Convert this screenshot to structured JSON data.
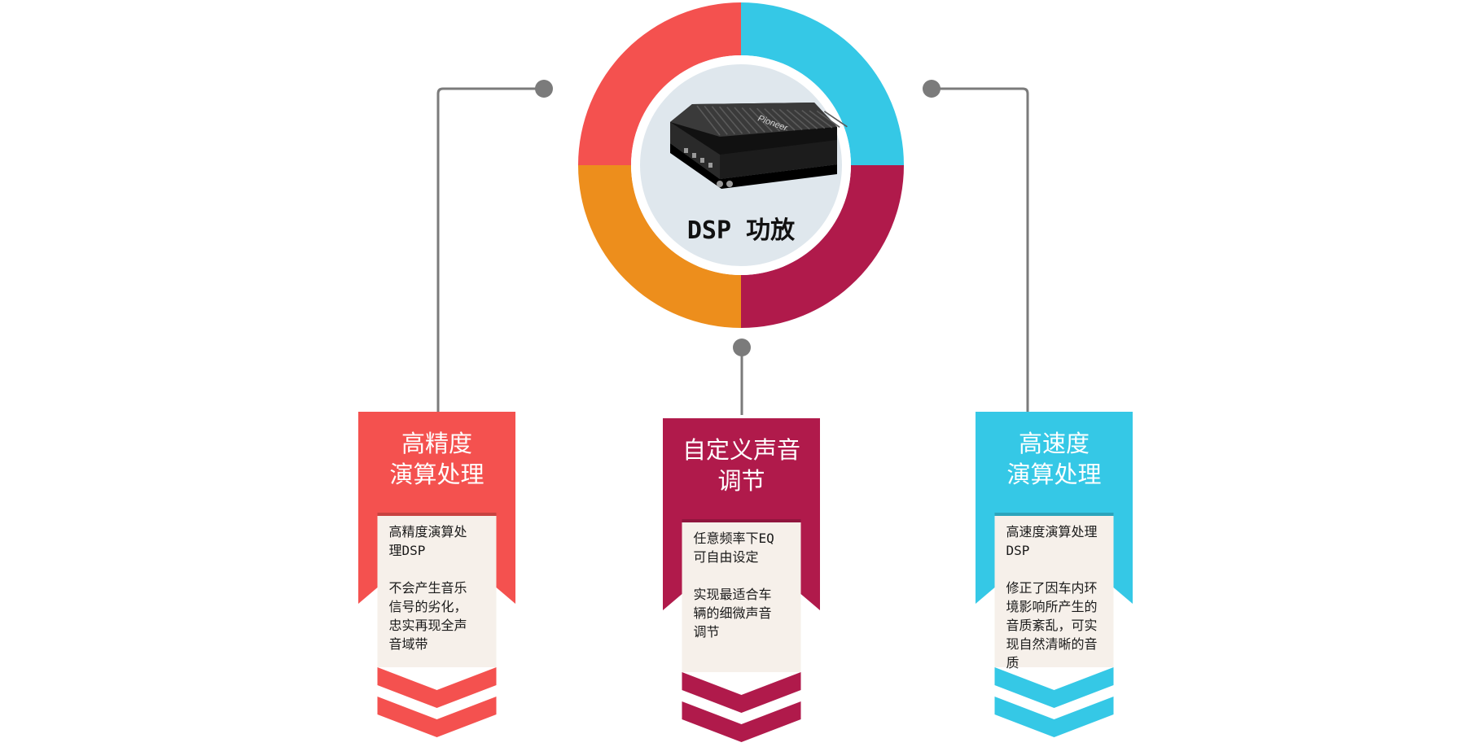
{
  "hub": {
    "label": "DSP 功放",
    "device_name": "DSP amplifier",
    "ring_colors": [
      "#f4514f",
      "#35c8e6",
      "#b01a4b",
      "#ed8e1c"
    ],
    "inner_color": "#dfe7ed"
  },
  "connector_color": "#7b7b7b",
  "cards": [
    {
      "color": "#f4514f",
      "title_lines": [
        "高精度",
        "演算处理"
      ],
      "desc": [
        "高精度演算处",
        "理DSP",
        "",
        "不会产生音乐",
        "信号的劣化，",
        "忠实再现全声",
        "音域带"
      ]
    },
    {
      "color": "#b01a4b",
      "title_lines": [
        "自定义声音",
        "调节"
      ],
      "desc": [
        "任意频率下EQ",
        "可自由设定",
        "",
        "实现最适合车",
        "辆的细微声音",
        "调节"
      ]
    },
    {
      "color": "#35c8e6",
      "title_lines": [
        "高速度",
        "演算处理"
      ],
      "desc": [
        "高速度演算处理",
        "DSP",
        "",
        "修正了因车内环",
        "境影响所产生的",
        "音质紊乱，可实",
        "现自然清晰的音",
        "质"
      ]
    }
  ],
  "card_inner_color": "#f6f0ea"
}
